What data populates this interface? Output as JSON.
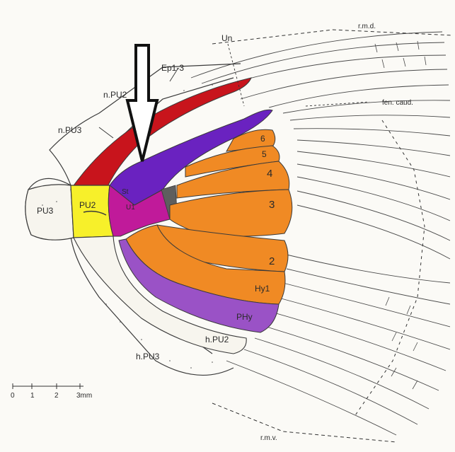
{
  "colors": {
    "paper": "#fbfaf6",
    "outline": "#3a3a3a",
    "red": "#c8141c",
    "purple": "#6a22c0",
    "magenta": "#c01a9a",
    "yellow": "#f7f02a",
    "orange": "#f08a24",
    "violet": "#9a52c6",
    "dark": "#5e5e5e",
    "arrow": "#ffffff"
  },
  "labels": {
    "rmd": "r.m.d.",
    "un": "Un",
    "ep": "Ep1-3",
    "npu2": "n.PU2",
    "npu3": "n.PU3",
    "fen": "fen. caud.",
    "pu3": "PU3",
    "pu2": "PU2",
    "st": "St",
    "u1": "U1",
    "h6": "6",
    "h5": "5",
    "h4": "4",
    "h3": "3",
    "h2": "2",
    "hy1": "Hy1",
    "phy": "PHy",
    "hpu2": "h.PU2",
    "hpu3": "h.PU3",
    "rmv": "r.m.v.",
    "scale": [
      "0",
      "1",
      "2",
      "3mm"
    ]
  }
}
